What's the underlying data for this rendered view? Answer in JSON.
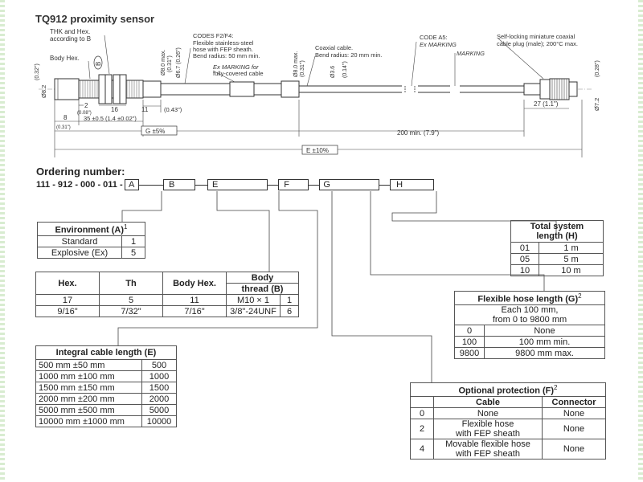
{
  "header": {
    "title": "TQ912 proximity sensor"
  },
  "drawing": {
    "labels": {
      "thk_hex": "THK and Hex.",
      "according_to": "according to B",
      "body_hex": "Body Hex.",
      "codes_f2f4": "CODES F2/F4:",
      "flex_hose_1": "Flexible stainless-steel",
      "flex_hose_2": "hose with FEP sheath.",
      "flex_hose_3": "Bend radius: 50 mm min.",
      "ex_marking_for": "Ex MARKING for",
      "fully_covered": "fully-covered cable",
      "coax_1": "Coaxial cable.",
      "coax_2": "Bend radius: 20 mm min.",
      "code_a5": "CODE A5:",
      "ex_marking": "Ex MARKING",
      "marking": "MARKING",
      "plug_1": "Self-locking miniature coaxial",
      "plug_2": "cable plug (male); 200°C max."
    },
    "dims": {
      "d82": "Ø8.2",
      "d82_in": "(0.32\")",
      "b": "B",
      "d80a": "Ø8.0 max.",
      "d80a_in": "(0.31\")",
      "d67": "Ø6.7 (0.26\")",
      "d80b": "Ø8.0 max.",
      "d80b_in": "(0.31\")",
      "d36": "Ø3.6",
      "d36_in": "(0.14\")",
      "d72": "Ø7.2",
      "d72_in": "(0.28\")",
      "two": "2",
      "two_in": "(0.08\")",
      "sixteen": "16",
      "eleven": "11",
      "eleven_in": "(0.43\")",
      "eight": "8",
      "eight_in": "(0.31\")",
      "thirtyfive": "35 ±0.5 (1.4 ±0.02\")",
      "g": "G ±5%",
      "twohundred": "200 min. (7.9\")",
      "twentyseven": "27 (1.1\")",
      "e": "E ±10%"
    }
  },
  "ordering": {
    "title": "Ordering number:",
    "prefix": "111 - 912 - 000 - 011 -",
    "codes": [
      "A",
      "B",
      "E",
      "F",
      "G",
      "H"
    ]
  },
  "environment": {
    "header": "Environment (A)",
    "note": "1",
    "rows": [
      {
        "label": "Standard",
        "code": "1"
      },
      {
        "label": "Explosive (Ex)",
        "code": "5"
      }
    ]
  },
  "body_thread": {
    "headers": [
      "Hex.",
      "Th",
      "Body Hex.",
      "Body",
      "thread (B)"
    ],
    "rows": [
      [
        "17",
        "5",
        "11",
        "M10 × 1",
        "1"
      ],
      [
        "9/16\"",
        "7/32\"",
        "7/16\"",
        "3/8\"-24UNF",
        "6"
      ]
    ]
  },
  "cable_length": {
    "header": "Integral cable length (E)",
    "rows": [
      [
        "500 mm ±50 mm",
        "500"
      ],
      [
        "1000 mm ±100 mm",
        "1000"
      ],
      [
        "1500 mm ±150 mm",
        "1500"
      ],
      [
        "2000 mm ±200 mm",
        "2000"
      ],
      [
        "5000 mm ±500 mm",
        "5000"
      ],
      [
        "10000 mm ±1000 mm",
        "10000"
      ]
    ]
  },
  "total_length": {
    "header_1": "Total system",
    "header_2": "length (H)",
    "rows": [
      [
        "01",
        "1 m"
      ],
      [
        "05",
        "5 m"
      ],
      [
        "10",
        "10 m"
      ]
    ]
  },
  "hose_length": {
    "header": "Flexible hose length (G)",
    "note": "2",
    "desc_1": "Each 100 mm,",
    "desc_2": "from 0 to 9800 mm",
    "rows": [
      [
        "0",
        "None"
      ],
      [
        "100",
        "100 mm min."
      ],
      [
        "9800",
        "9800 mm max."
      ]
    ]
  },
  "protection": {
    "header": "Optional protection (F)",
    "note": "2",
    "col_cable": "Cable",
    "col_connector": "Connector",
    "rows": [
      {
        "code": "0",
        "cable_1": "None",
        "cable_2": "",
        "connector": "None"
      },
      {
        "code": "2",
        "cable_1": "Flexible hose",
        "cable_2": "with FEP sheath",
        "connector": "None"
      },
      {
        "code": "4",
        "cable_1": "Movable flexible hose",
        "cable_2": "with FEP sheath",
        "connector": "None"
      }
    ]
  }
}
